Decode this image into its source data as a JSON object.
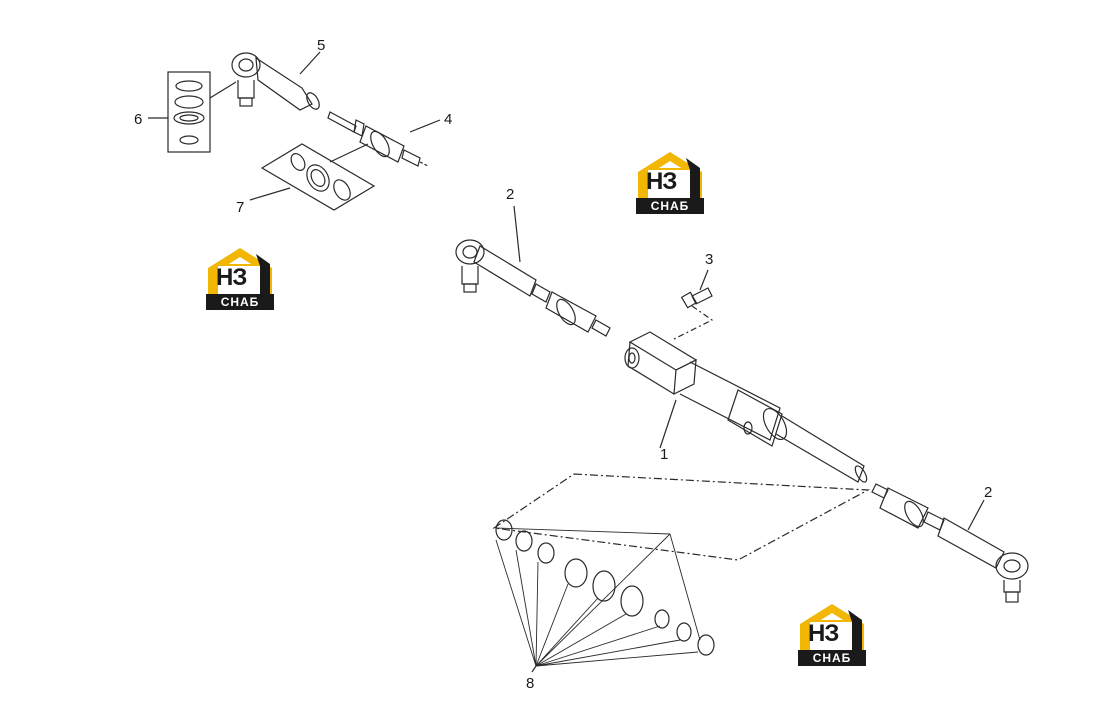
{
  "diagram": {
    "callouts": [
      {
        "id": "1",
        "label": "1"
      },
      {
        "id": "2a",
        "label": "2"
      },
      {
        "id": "2b",
        "label": "2"
      },
      {
        "id": "3",
        "label": "3"
      },
      {
        "id": "4",
        "label": "4"
      },
      {
        "id": "5",
        "label": "5"
      },
      {
        "id": "6",
        "label": "6"
      },
      {
        "id": "7",
        "label": "7"
      },
      {
        "id": "8",
        "label": "8"
      }
    ]
  },
  "watermark": {
    "letters": "НЗ",
    "tagline": "СНАБ",
    "accent_color": "#f2b705",
    "dark_color": "#1a1a1a"
  }
}
